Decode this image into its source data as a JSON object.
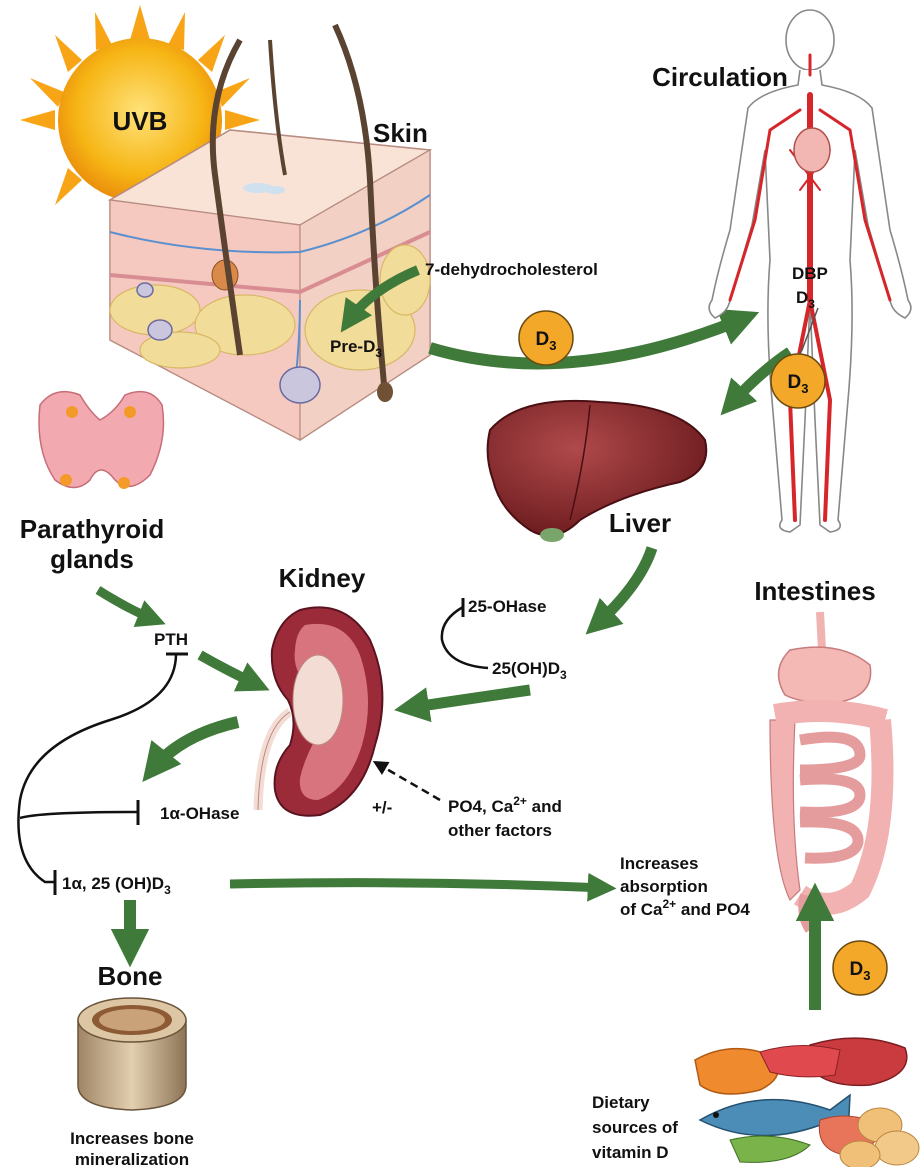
{
  "labels": {
    "uvb": "UVB",
    "skin": "Skin",
    "circulation": "Circulation",
    "dehydro": "7-dehydrocholesterol",
    "pre": "Pre-D",
    "pre_sub": "3",
    "dbp": "DBP",
    "d_in_body": "D",
    "d_in_body_sub": "3",
    "liver": "Liver",
    "parathyroid_1": "Parathyroid",
    "parathyroid_2": "glands",
    "kidney": "Kidney",
    "intestines": "Intestines",
    "pth": "PTH",
    "ohase25": "25-OHase",
    "oh25d3": "25(OH)D",
    "oh25d3_sub": "3",
    "one_alpha_ohase": "1α-OHase",
    "calcitriol": "1α, 25 (OH)D",
    "calcitriol_sub": "3",
    "plus_minus": "+/-",
    "factors_1a": "PO4, Ca",
    "factors_1sup": "2+",
    "factors_1b": " and",
    "factors_2": "other factors",
    "absorb_1": "Increases",
    "absorb_2": "absorption",
    "absorb_3a": "of Ca",
    "absorb_3sup": "2+",
    "absorb_3b": " and PO4",
    "bone": "Bone",
    "bone_1": "Increases bone",
    "bone_2": "mineralization",
    "diet_1": "Dietary",
    "diet_2": "sources of",
    "diet_3": "vitamin D"
  },
  "badges": [
    {
      "text": "D",
      "sub": "3"
    },
    {
      "text": "D",
      "sub": "3"
    },
    {
      "text": "D",
      "sub": "3"
    }
  ],
  "colors": {
    "arrow_green": "#3f7a3a",
    "badge_fill": "#f4a82a",
    "artery_red": "#d6262a",
    "liver": "#7a1f22",
    "sun": "#f7c21c"
  }
}
